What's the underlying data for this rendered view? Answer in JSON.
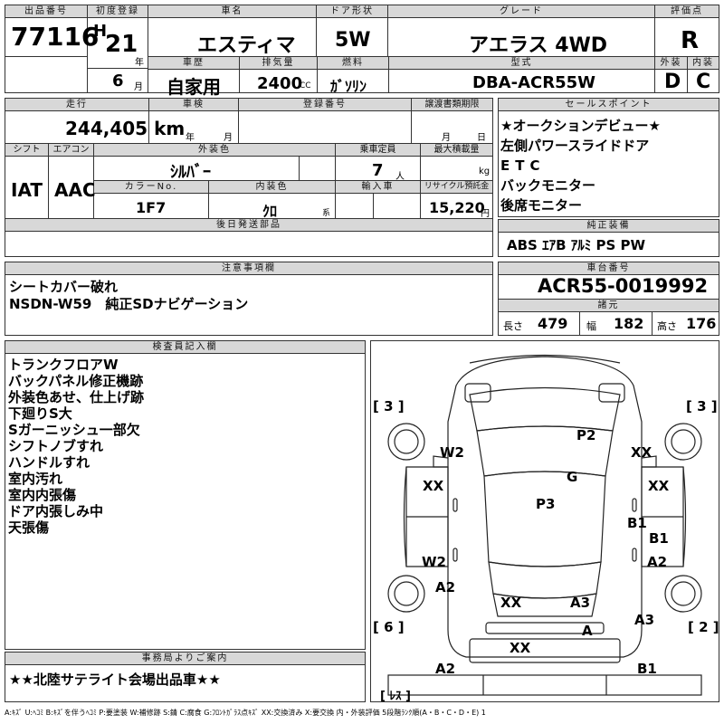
{
  "top": {
    "lot_label": "出品番号",
    "lot_no": "77116",
    "first_reg_label": "初度登録",
    "era": "H",
    "year": "21",
    "year_unit": "年",
    "month": "6",
    "month_unit": "月",
    "name_label": "車名",
    "car_name": "エスティマ",
    "door_label": "ドア形状",
    "door": "5W",
    "grade_label": "グレード",
    "grade": "アエラス 4WD",
    "score_label": "評価点",
    "score": "R",
    "history_label": "車歴",
    "history": "自家用",
    "disp_label": "排気量",
    "displacement": "2400",
    "disp_unit": "CC",
    "fuel_label": "燃料",
    "fuel": "ｶﾞｿﾘﾝ",
    "model_label": "型式",
    "model": "DBA-ACR55W",
    "ext_label": "外装",
    "ext": "D",
    "int_label": "内装",
    "int": "C"
  },
  "mid": {
    "mileage_label": "走行",
    "mileage": "244,405",
    "mileage_unit": "km",
    "inspection_label": "車検",
    "insp_year": "年",
    "insp_month": "月",
    "regno_label": "登録番号",
    "transfer_label": "譲渡書類期限",
    "tr_month": "月",
    "tr_day": "日",
    "shift_label": "シフト",
    "shift": "IAT",
    "ac_label": "エアコン",
    "ac": "AAC",
    "color_label": "外装色",
    "color": "ｼﾙﾊﾞｰ",
    "cap_label": "乗車定員",
    "capacity": "7",
    "cap_unit": "人",
    "load_label": "最大積載量",
    "load_unit": "kg",
    "colorno_label": "カラーNo.",
    "color_no": "1F7",
    "intcolor_label": "内装色",
    "int_color": "ｸﾛ",
    "int_unit": "系",
    "import_label": "輸入車",
    "recycle_label": "リサイクル預託金",
    "recycle": "15,220",
    "recycle_unit": "円",
    "later_label": "後日発送部品"
  },
  "sales": {
    "label": "セールスポイント",
    "items": [
      "★オークションデビュー★",
      "左側パワースライドドア",
      "ETC",
      "バックモニター",
      "後席モニター"
    ]
  },
  "equip": {
    "label": "純正装備",
    "items": "ABS ｴｱB ｱﾙﾐ PS PW"
  },
  "notes": {
    "label": "注意事項欄",
    "lines": [
      "シートカバー破れ",
      "NSDN-W59　純正SDナビゲーション"
    ]
  },
  "chassis": {
    "label": "車台番号",
    "number": "ACR55-0019992"
  },
  "specs": {
    "label": "諸元",
    "len_label": "長さ",
    "len": "479",
    "wid_label": "幅",
    "wid": "182",
    "hgt_label": "高さ",
    "hgt": "176"
  },
  "inspector": {
    "label": "検査員記入欄",
    "lines": [
      "トランクフロアW",
      "バックパネル修正機跡",
      "外装色あせ、仕上げ跡",
      "下廻りS大",
      "Sガーニッシュ一部欠",
      "シフトノブすれ",
      "ハンドルすれ",
      "室内汚れ",
      "室内内張傷",
      "ドア内張しみ中",
      "天張傷"
    ]
  },
  "office": {
    "label": "事務局よりご案内",
    "text": "★★北陸サテライト会場出品車★★"
  },
  "diagram": {
    "labels": {
      "tl": "[ 3 ]",
      "tr": "[ 3 ]",
      "bl": "[ 6 ]",
      "br": "[ 2 ]",
      "bot": "[ ﾚｽ ]",
      "w2a": "W2",
      "p2": "P2",
      "xx1": "XX",
      "xx2": "XX",
      "xx3": "XX",
      "g": "G",
      "p3": "P3",
      "b1a": "B1",
      "b1b": "B1",
      "w2b": "W2",
      "a2a": "A2",
      "a2b": "A2",
      "xx4": "XX",
      "a3a": "A3",
      "a3b": "A3",
      "a": "A",
      "xx5": "XX",
      "a2c": "A2",
      "b1c": "B1"
    }
  },
  "legend": "A:ｷｽﾞ U:ﾍｺﾐ B:ｷｽﾞを伴うﾍｺﾐ P:要塗装 W:補修跡 S:錆 C:腐食 G:ﾌﾛﾝﾄｶﾞﾗｽ点ｷｽﾞ XX:交換済み X:要交換 内・外装評価 5段階ﾗﾝｸ順(A・B・C・D・E) 1"
}
